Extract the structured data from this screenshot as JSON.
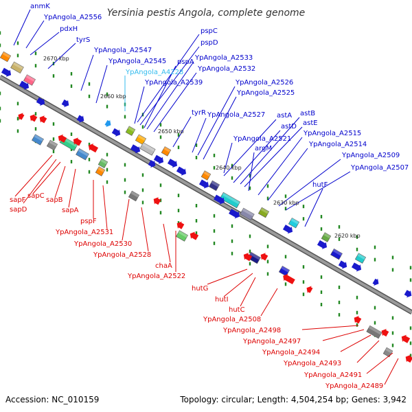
{
  "title": "Yersinia pestis Angola, complete genome",
  "footer": {
    "accession": "Accession: NC_010159",
    "topology": "Topology: circular; Length: 4,504,254 bp; Genes: 3,942"
  },
  "ticks": [
    "2670 kbp",
    "2660 kbp",
    "2650 kbp",
    "2640 kbp",
    "2630 kbp",
    "2620 kbp"
  ],
  "colors": {
    "upper_label": "#0000cc",
    "highlight_label": "#33bbee",
    "lower_label": "#dd0000",
    "backbone": "#808080",
    "tick": "#228822"
  },
  "upper_labels": [
    "anmK",
    "YpAngola_A2556",
    "pdxH",
    "tyrS",
    "YpAngola_A2547",
    "YpAngola_A2545",
    "pspC",
    "pspD",
    "pspA",
    "YpAngola_A4228",
    "YpAngola_A2533",
    "YpAngola_A2532",
    "YpAngola_A2539",
    "tyrR",
    "YpAngola_A2527",
    "YpAngola_A2526",
    "YpAngola_A2525",
    "astA",
    "astB",
    "astD",
    "astE",
    "YpAngola_A2521",
    "argM",
    "YpAngola_A2515",
    "YpAngola_A2514",
    "YpAngola_A2509",
    "YpAngola_A2507",
    "hutF"
  ],
  "lower_labels": [
    "sapF",
    "sapD",
    "sapC",
    "sapB",
    "sapA",
    "pspF",
    "YpAngola_A2531",
    "YpAngola_A2530",
    "YpAngola_A2528",
    "chaA",
    "YpAngola_A2522",
    "hutG",
    "hutI",
    "hutC",
    "YpAngola_A2508",
    "YpAngola_A2498",
    "YpAngola_A2497",
    "YpAngola_A2494",
    "YpAngola_A2493",
    "YpAngola_A2491",
    "YpAngola_A2489"
  ]
}
